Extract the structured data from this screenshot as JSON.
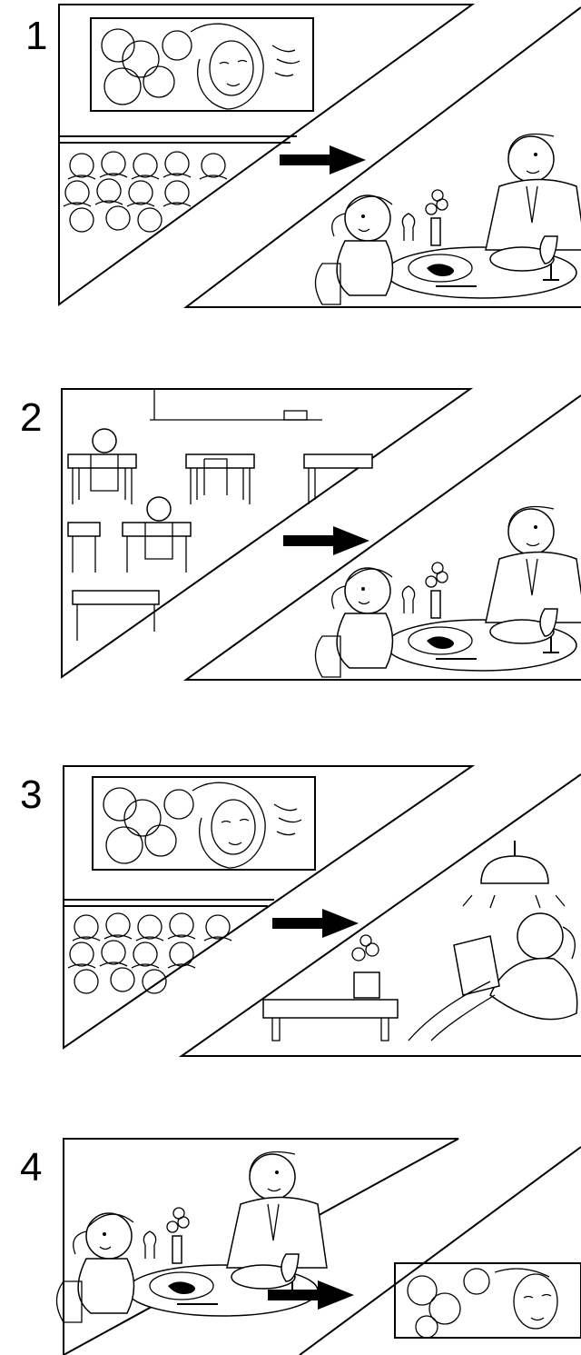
{
  "panels": [
    {
      "label": "1"
    },
    {
      "label": "2"
    },
    {
      "label": "3"
    },
    {
      "label": "4"
    }
  ],
  "colors": {
    "ink": "#000000",
    "paper": "#ffffff"
  }
}
